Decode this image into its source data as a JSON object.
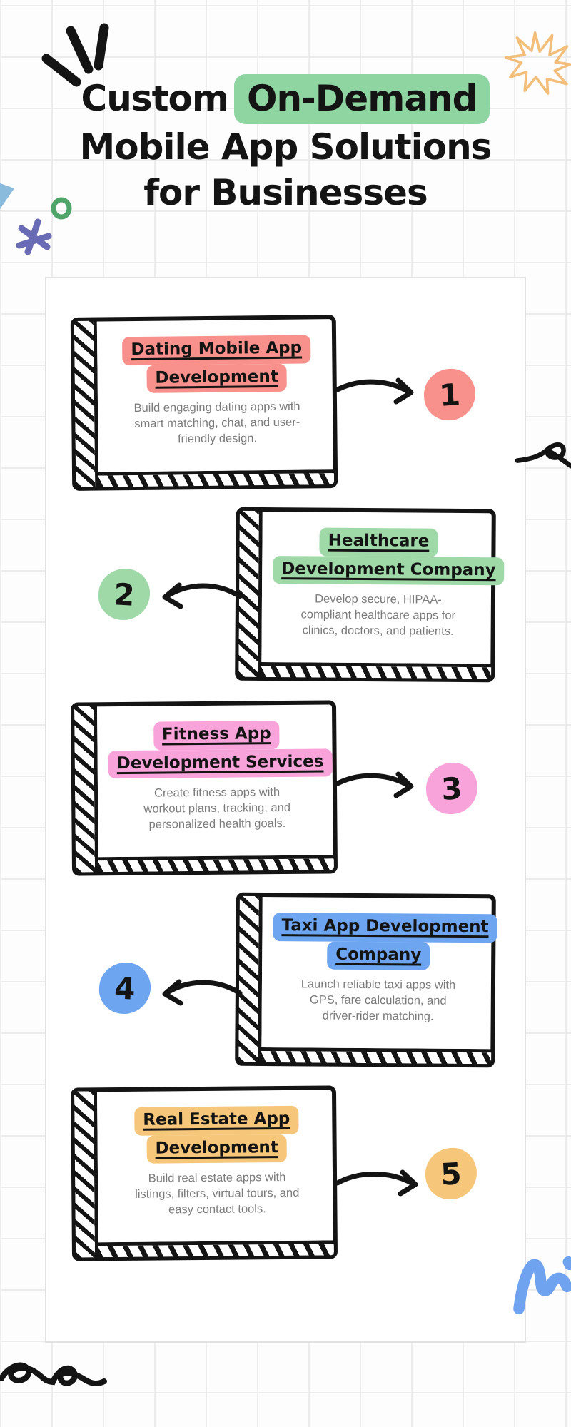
{
  "title": {
    "word1": "Custom",
    "highlight": "On-Demand",
    "highlight_color": "#8ED5A2",
    "line2": "Mobile App Solutions",
    "line3": "for Businesses"
  },
  "cards": [
    {
      "number": "1",
      "color": "#F8918C",
      "title_line1": "Dating Mobile App",
      "title_line2": "Development",
      "body": "Build engaging dating apps with smart matching, chat, and user-friendly design."
    },
    {
      "number": "2",
      "color": "#9FD9A7",
      "title_line1": "Healthcare",
      "title_line2": "Development Company",
      "body": "Develop secure, HIPAA-compliant healthcare apps for clinics, doctors, and patients."
    },
    {
      "number": "3",
      "color": "#F8A3DA",
      "title_line1": "Fitness App",
      "title_line2": "Development Services",
      "body": "Create fitness apps with workout plans, tracking, and personalized health goals."
    },
    {
      "number": "4",
      "color": "#6DA5F1",
      "title_line1": "Taxi App Development",
      "title_line2": "Company",
      "body": "Launch reliable taxi apps with GPS, fare calculation, and driver-rider matching."
    },
    {
      "number": "5",
      "color": "#F6C77B",
      "title_line1": "Real Estate App",
      "title_line2": "Development",
      "body": "Build real estate apps with listings, filters, virtual tours, and easy contact tools."
    }
  ],
  "palette": {
    "ink": "#141414",
    "body_text": "#7B7B7B",
    "grid_line": "#ECECEC",
    "panel_border": "#E2E2E2"
  },
  "decor": {
    "star": "#F2BE79",
    "scribble_m": "#6FA3EF",
    "asterisk": "#6A6BB5",
    "ring": "#4FA569",
    "triangle": "#8ABADC",
    "dashes": "#141414",
    "squiggles": "#141414"
  }
}
